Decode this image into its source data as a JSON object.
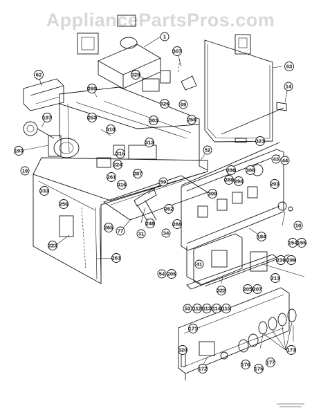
{
  "watermark": "AppliancePartsPros.com",
  "part_labels": [
    "1",
    "307",
    "329",
    "62",
    "260",
    "326",
    "69",
    "63",
    "14",
    "197",
    "253",
    "310",
    "303",
    "258",
    "193",
    "313",
    "315",
    "224",
    "19",
    "333",
    "256",
    "52",
    "323",
    "43",
    "44",
    "293",
    "308",
    "59",
    "287",
    "261",
    "316",
    "286",
    "288",
    "294",
    "309",
    "262",
    "268",
    "34",
    "265",
    "77",
    "31",
    "248",
    "10",
    "184",
    "154",
    "155",
    "223",
    "261",
    "41",
    "54",
    "206",
    "239",
    "299",
    "213",
    "322",
    "205",
    "207",
    "53",
    "112",
    "113",
    "114",
    "115",
    "171",
    "173",
    "320",
    "176",
    "177",
    "172",
    "175"
  ],
  "label_colors": {
    "ink": "#111111",
    "watermark": "#d8d8d8"
  }
}
